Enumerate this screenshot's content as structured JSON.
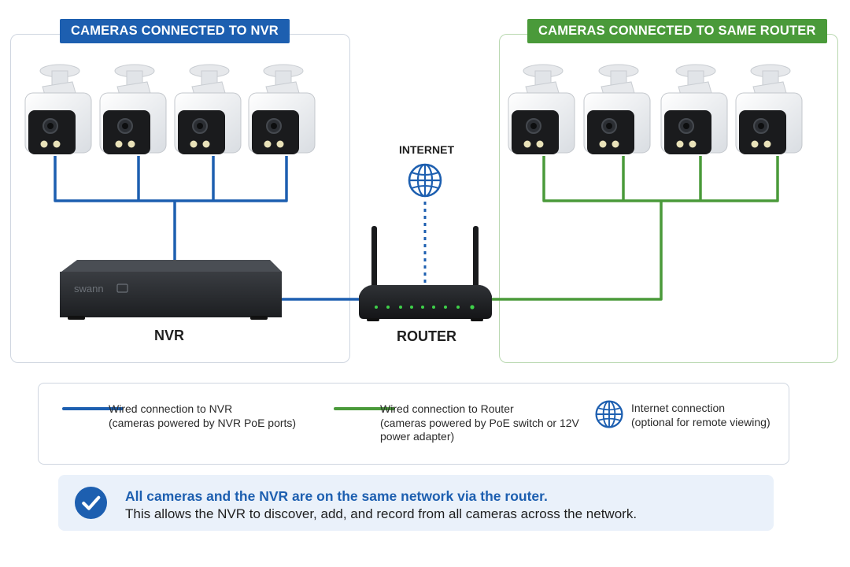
{
  "panels": {
    "nvr_title": "CAMERAS CONNECTED TO NVR",
    "router_title": "CAMERAS CONNECTED TO SAME ROUTER"
  },
  "nodes": {
    "internet_label": "INTERNET",
    "nvr_label": "NVR",
    "router_label": "ROUTER",
    "nvr_brand": "swann"
  },
  "legend": {
    "nvr_line": "Wired connection to NVR",
    "nvr_sub": "(cameras powered by NVR PoE ports)",
    "router_line": "Wired connection to Router",
    "router_sub": "(cameras powered by PoE switch or 12V power adapter)",
    "internet_line": "Internet connection",
    "internet_sub": "(optional for remote viewing)"
  },
  "note": {
    "title": "All cameras and the NVR are on the same network via the router.",
    "body": "This allows the NVR to discover, add, and record from all cameras across the network."
  },
  "colors": {
    "nvr_blue": "#1d5fb0",
    "router_green": "#4a9a3a",
    "note_bg": "#eaf1fa"
  },
  "icons": [
    "camera-icon",
    "nvr-device",
    "router-device",
    "globe-icon",
    "check-circle-icon"
  ]
}
